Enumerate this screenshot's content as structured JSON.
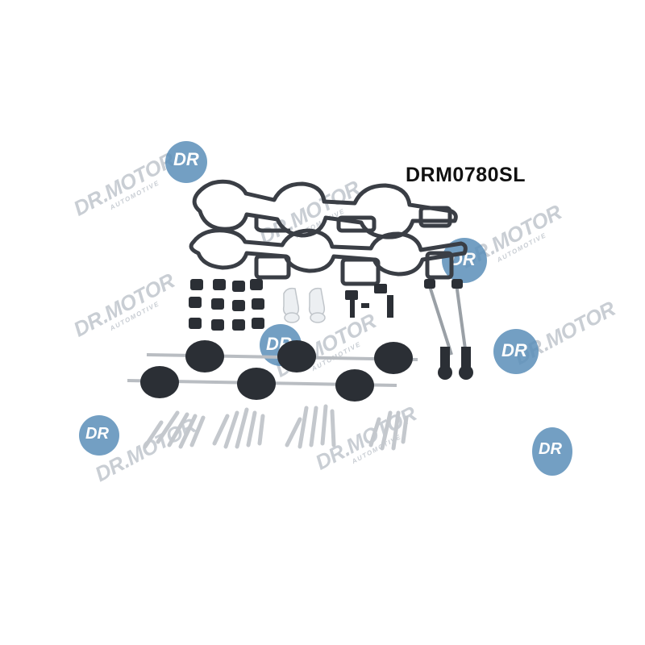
{
  "product": {
    "part_code": "DRM0780SL"
  },
  "watermark": {
    "brand_text": "DR.MOTOR",
    "brand_short": "DR",
    "sub_text": "AUTOMOTIVE",
    "circle_color": "#5b8fb9",
    "text_color": "#c9ced4"
  },
  "colors": {
    "background": "#ffffff",
    "gasket": "#3a3e45",
    "rubber": "#2b2f35",
    "plastic_white": "#eceff2",
    "metal": "#c4c8cd"
  }
}
